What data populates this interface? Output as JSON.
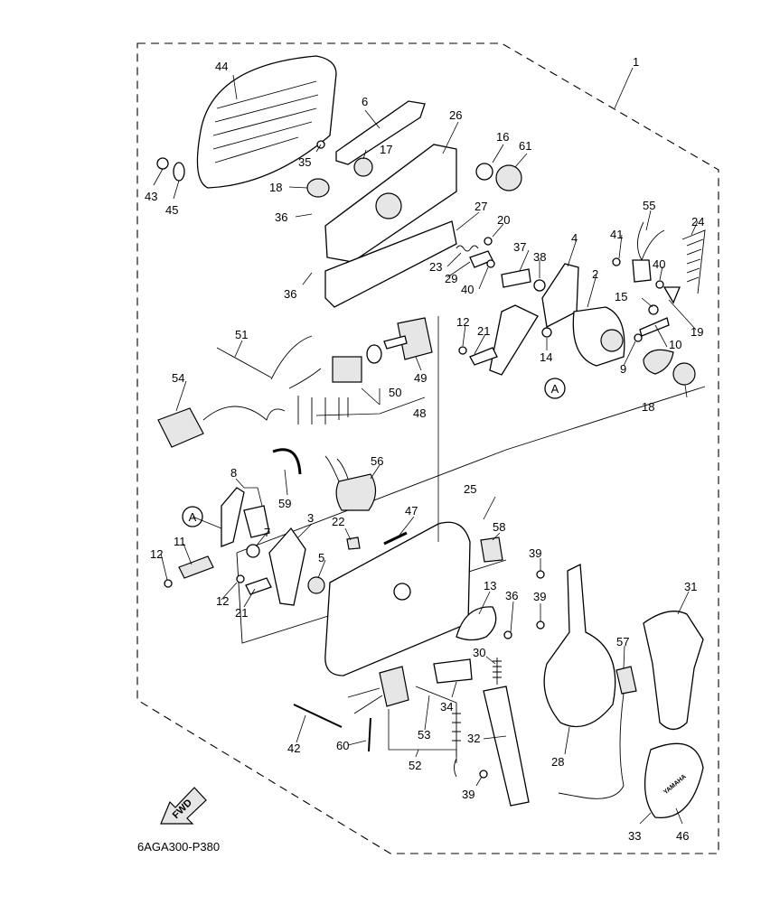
{
  "diagram_code": "6AGA300-P380",
  "fwd_label": "FWD",
  "circle_ref": "A",
  "brand_mark": "YAMAHA",
  "callouts": [
    "1",
    "2",
    "3",
    "4",
    "5",
    "6",
    "7",
    "8",
    "9",
    "10",
    "11",
    "12",
    "13",
    "14",
    "15",
    "16",
    "17",
    "18",
    "19",
    "20",
    "21",
    "22",
    "23",
    "24",
    "25",
    "26",
    "27",
    "28",
    "29",
    "30",
    "31",
    "32",
    "33",
    "34",
    "35",
    "36",
    "37",
    "38",
    "39",
    "40",
    "41",
    "42",
    "43",
    "44",
    "45",
    "46",
    "47",
    "48",
    "49",
    "50",
    "51",
    "52",
    "53",
    "54",
    "55",
    "56",
    "57",
    "58",
    "59",
    "60",
    "61"
  ]
}
